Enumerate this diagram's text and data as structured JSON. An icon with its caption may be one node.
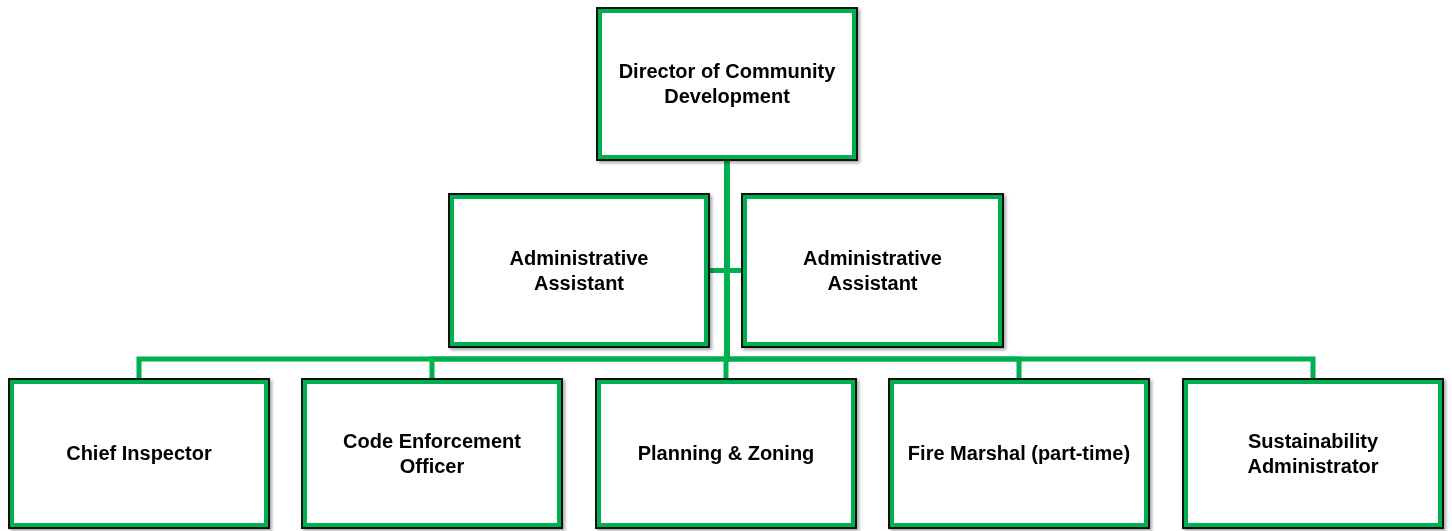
{
  "diagram": {
    "nodes": [
      {
        "text": [
          "Director of Community Development"
        ]
      },
      {
        "text": [
          "Administrative Assistant"
        ]
      },
      {
        "text": [
          "Administrative Assistant"
        ]
      },
      {
        "text": [
          "Chief Inspector"
        ]
      },
      {
        "text": [
          "Code Enforcement Officer"
        ]
      },
      {
        "text": [
          "Planning & Zoning"
        ]
      },
      {
        "text": [
          "Fire Marshal (part-time)"
        ]
      },
      {
        "text": [
          "Sustainability Administrator"
        ]
      }
    ],
    "edges": [
      {
        "from": 0,
        "to": 1,
        "arrow": "none"
      },
      {
        "from": 0,
        "to": 2,
        "arrow": "none"
      },
      {
        "from": 0,
        "to": 3,
        "arrow": "none"
      },
      {
        "from": 0,
        "to": 4,
        "arrow": "none"
      },
      {
        "from": 0,
        "to": 5,
        "arrow": "none"
      },
      {
        "from": 0,
        "to": 6,
        "arrow": "none"
      },
      {
        "from": 0,
        "to": 7,
        "arrow": "none"
      }
    ]
  }
}
